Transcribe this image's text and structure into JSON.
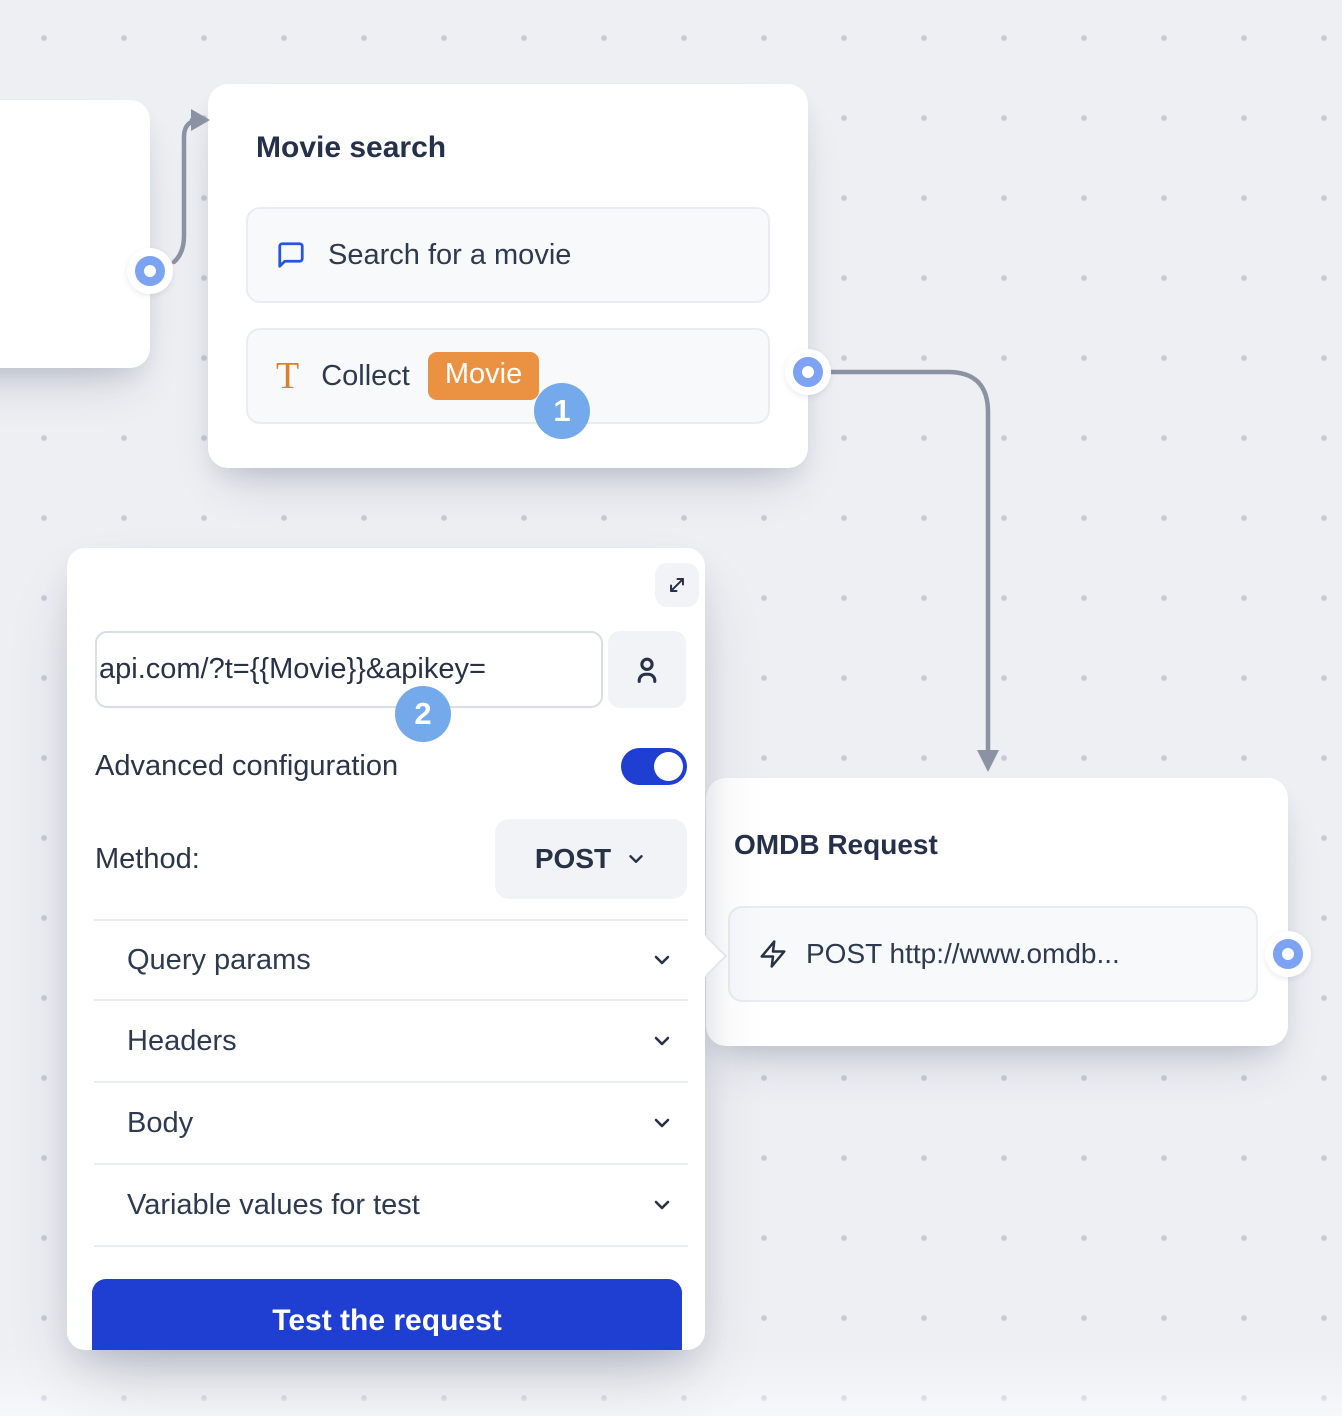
{
  "canvas": {
    "movie_search_node": {
      "title": "Movie search",
      "items": [
        {
          "icon": "chat-bubble-icon",
          "label": "Search for a movie"
        },
        {
          "icon": "text-input-icon",
          "label": "Collect",
          "variable_tag": "Movie"
        }
      ]
    },
    "omdb_node": {
      "title": "OMDB Request",
      "items": [
        {
          "icon": "lightning-icon",
          "label": "POST http://www.omdb..."
        }
      ]
    },
    "step_badges": [
      {
        "number": "1"
      },
      {
        "number": "2"
      }
    ]
  },
  "config_panel": {
    "url_input": {
      "value": "api.com/?t={{Movie}}&apikey="
    },
    "advanced_configuration": {
      "label": "Advanced configuration",
      "enabled": true
    },
    "method": {
      "label": "Method:",
      "value": "POST"
    },
    "sections": [
      {
        "label": "Query params"
      },
      {
        "label": "Headers"
      },
      {
        "label": "Body"
      },
      {
        "label": "Variable values for test"
      }
    ],
    "test_button_label": "Test the request"
  },
  "colors": {
    "background": "#edeff3",
    "accent_blue": "#1f3ed2",
    "step_badge_blue": "#74a9ec",
    "variable_badge_orange": "#eb9142",
    "connector_gray": "#8b93a2",
    "port_ring_blue": "#7ba3f2",
    "chat_icon_blue": "#2456e6",
    "text_icon_orange": "#d9812d"
  }
}
